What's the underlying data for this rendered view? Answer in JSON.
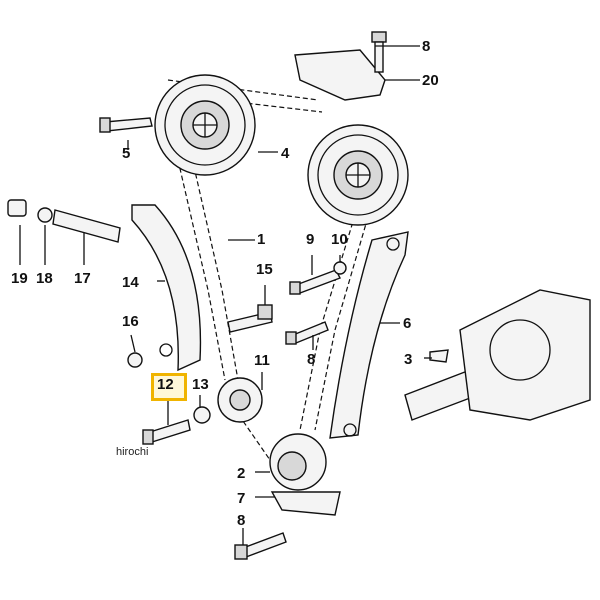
{
  "callouts": {
    "c1": "1",
    "c2": "2",
    "c3": "3",
    "c4": "4",
    "c5": "5",
    "c6": "6",
    "c7": "7",
    "c8a": "8",
    "c8b": "8",
    "c8c": "8",
    "c9": "9",
    "c10": "10",
    "c11": "11",
    "c12": "12",
    "c13": "13",
    "c14": "14",
    "c15": "15",
    "c16": "16",
    "c17": "17",
    "c18": "18",
    "c19": "19",
    "c20": "20"
  },
  "highlight": {
    "part": "12",
    "color": "#f0b400"
  },
  "watermark": "hirochi"
}
